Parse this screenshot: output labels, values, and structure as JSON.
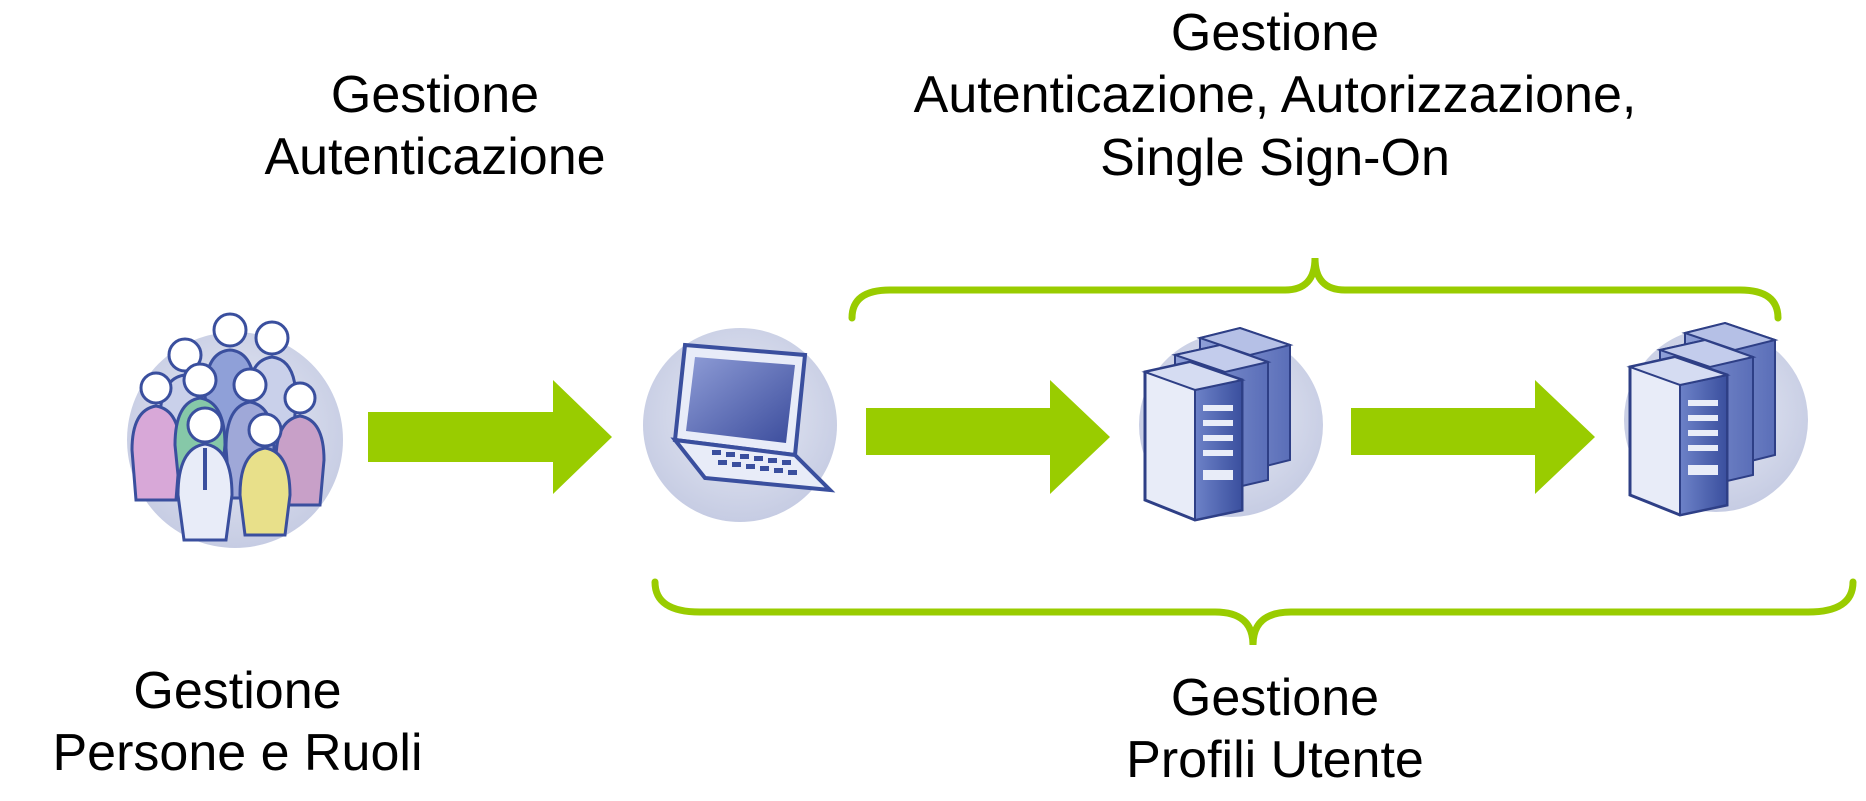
{
  "labels": {
    "auth_top": {
      "line1": "Gestione",
      "line2": "Autenticazione"
    },
    "sso_top": {
      "line1": "Gestione",
      "line2": "Autenticazione, Autorizzazione,",
      "line3": "Single Sign-On"
    },
    "people_bottom": {
      "line1": "Gestione",
      "line2": "Persone e Ruoli"
    },
    "profiles_bottom": {
      "line1": "Gestione",
      "line2": "Profili Utente"
    }
  },
  "nodes": [
    {
      "id": "people",
      "icon": "people-group-icon"
    },
    {
      "id": "laptop",
      "icon": "laptop-icon"
    },
    {
      "id": "server1",
      "icon": "server-icon"
    },
    {
      "id": "server2",
      "icon": "server-icon"
    }
  ],
  "colors": {
    "arrow": "#99CC00",
    "brace": "#99CC00",
    "icon_bg": "#D3D8EA",
    "text": "#000000"
  }
}
